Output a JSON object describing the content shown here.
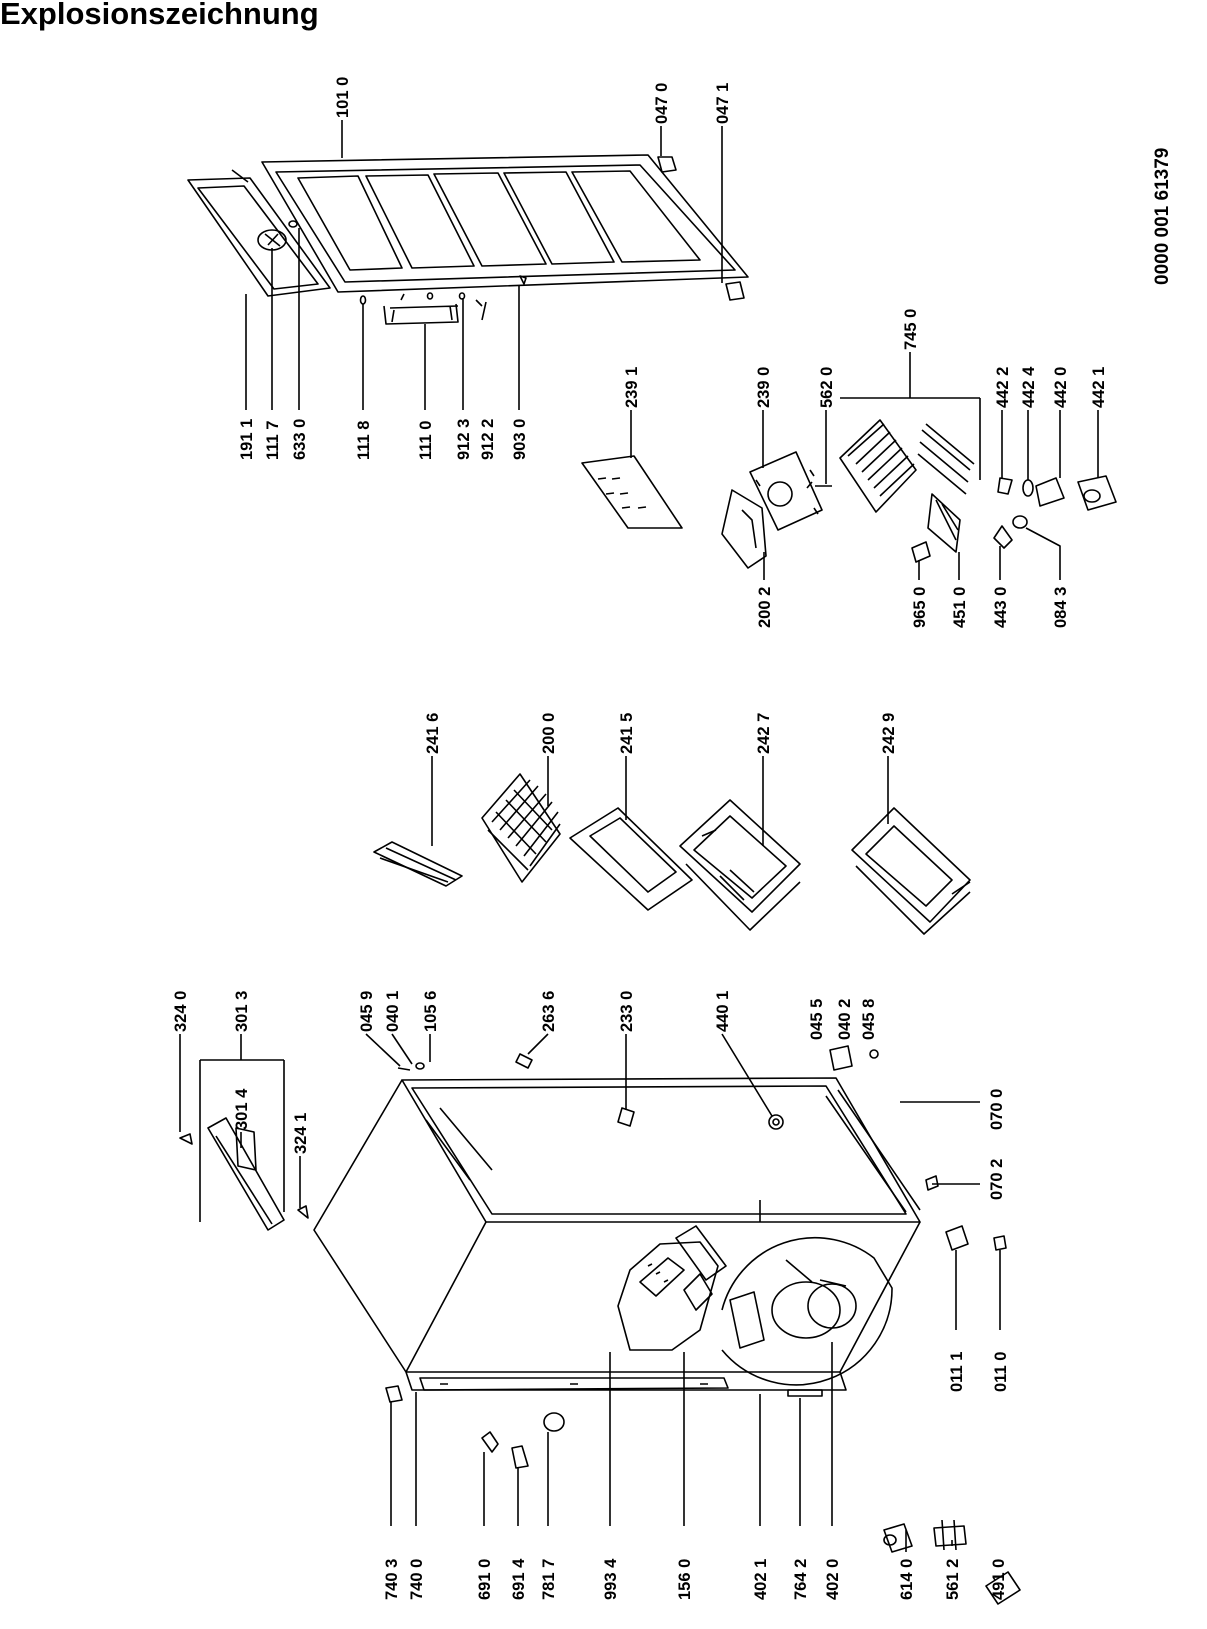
{
  "title": "Explosionszeichnung",
  "document_number": "0000 001 61379",
  "part_labels": {
    "p1010": "101 0",
    "p0470": "047 0",
    "p0471": "047 1",
    "p1911": "191 1",
    "p1117": "111 7",
    "p6330": "633 0",
    "p1118": "111 8",
    "p1110": "111 0",
    "p9123": "912 3",
    "p9122": "912 2",
    "p9030": "903 0",
    "p2391": "239 1",
    "p2390": "239 0",
    "p5620": "562 0",
    "p7450": "745 0",
    "p4422": "442 2",
    "p4424": "442 4",
    "p4420": "442 0",
    "p4421": "442 1",
    "p2002": "200 2",
    "p9650": "965 0",
    "p4510": "451 0",
    "p4430": "443 0",
    "p0843": "084 3",
    "p2416": "241 6",
    "p2000": "200 0",
    "p2415": "241 5",
    "p2427": "242 7",
    "p2429": "242 9",
    "p3240": "324 0",
    "p3013": "301 3",
    "p3014": "301 4",
    "p3241": "324 1",
    "p0459": "045 9",
    "p0401": "040 1",
    "p1056": "105 6",
    "p2636": "263 6",
    "p2330": "233 0",
    "p4401": "440 1",
    "p0455": "045 5",
    "p0402": "040 2",
    "p0458": "045 8",
    "p0700": "070 0",
    "p0702": "070 2",
    "p0111": "011 1",
    "p0110": "011 0",
    "p7403": "740 3",
    "p7400": "740 0",
    "p6910": "691 0",
    "p6914": "691 4",
    "p7817": "781 7",
    "p9934": "993 4",
    "p1560": "156 0",
    "p4021": "402 1",
    "p7642": "764 2",
    "p4020": "402 0",
    "p6140": "614 0",
    "p5612": "561 2",
    "p4910": "491 0"
  }
}
